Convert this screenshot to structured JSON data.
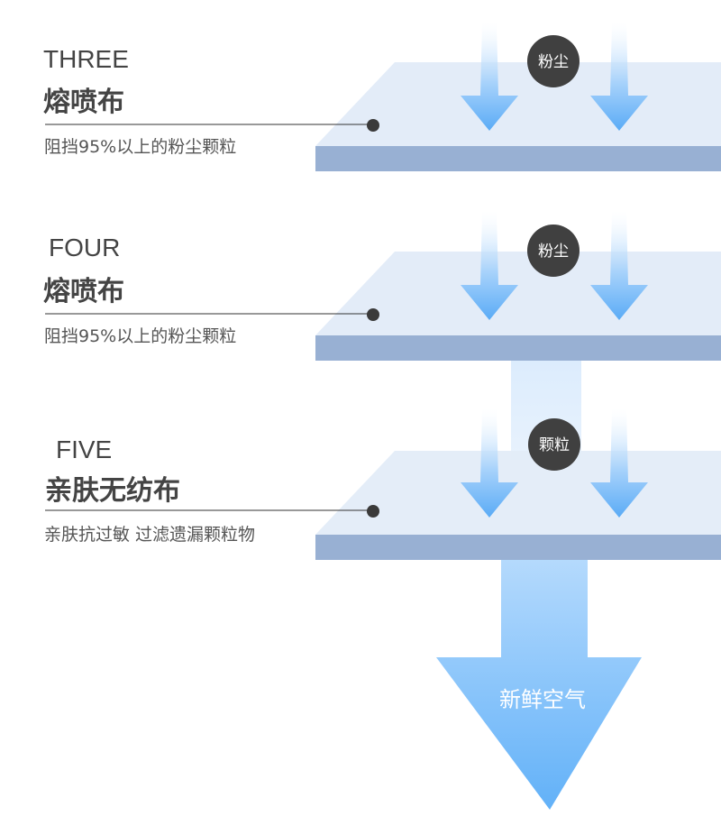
{
  "layers": [
    {
      "number_label": "THREE",
      "title": "熔喷布",
      "description": "阻挡95%以上的粉尘颗粒",
      "badge": "粉尘"
    },
    {
      "number_label": "FOUR",
      "title": "熔喷布",
      "description": "阻挡95%以上的粉尘颗粒",
      "badge": "粉尘"
    },
    {
      "number_label": "FIVE",
      "title": "亲肤无纺布",
      "description": "亲肤抗过敏 过滤遗漏颗粒物",
      "badge": "颗粒"
    }
  ],
  "output_arrow": {
    "label": "新鲜空气"
  },
  "colors": {
    "layer_top": "#e3ecf8",
    "layer_edge": "#98b0d3",
    "arrow_light": "#f2f8ff",
    "arrow_dark": "#5aabf6",
    "badge_bg": "#404040",
    "leader_line": "#333333",
    "text": "#444444"
  }
}
